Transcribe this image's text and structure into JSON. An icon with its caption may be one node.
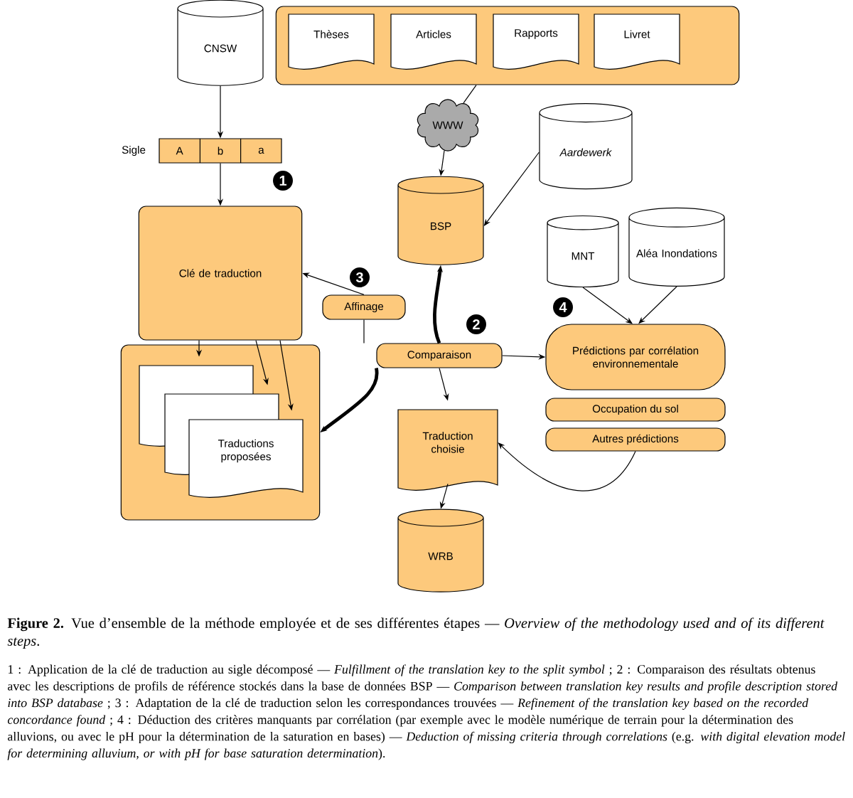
{
  "diagram": {
    "caption": "**Figure 2.** Vue d’ensemble de la méthode employée et de ses différentes étapes — *Overview of the methodology used and of its different steps*.",
    "nodes": [
      {
        "text": [
          "CNSW"
        ]
      },
      {
        "text": [
          "A",
          "b",
          "a"
        ],
        "beside": [
          "Sigle"
        ]
      },
      {
        "text": [
          "Clé de traduction"
        ]
      },
      {
        "text": [],
        "shape": "box"
      },
      {
        "text": [
          "Thèses"
        ],
        "in": 3
      },
      {
        "text": [
          "Articles"
        ],
        "in": 3
      },
      {
        "text": [
          "Rapports"
        ],
        "in": 3
      },
      {
        "text": [
          "Livret"
        ],
        "in": 3
      },
      {
        "text": [
          "WWW"
        ]
      },
      {
        "text": [
          "BSP"
        ]
      },
      {
        "text": [
          "Aardewerk"
        ]
      },
      {
        "text": [
          "MNT"
        ]
      },
      {
        "text": [
          "Aléa Inondations"
        ]
      },
      {
        "text": [
          "Affinage"
        ]
      },
      {
        "text": [
          "Comparaison"
        ]
      },
      {
        "text": [],
        "shape": "box"
      },
      {
        "text": [],
        "shape": "document",
        "in": 15
      },
      {
        "text": [],
        "shape": "document",
        "in": 15
      },
      {
        "text": [
          "Traductions proposées"
        ],
        "in": 15
      },
      {
        "text": [
          "Prédictions par corrélation environnementale"
        ]
      },
      {
        "text": [
          "Occupation du sol"
        ]
      },
      {
        "text": [
          "Autres prédictions"
        ]
      },
      {
        "text": [
          "Traduction choisie"
        ]
      },
      {
        "text": [
          "WRB"
        ]
      },
      {
        "text": [
          "1"
        ]
      },
      {
        "text": [
          "2"
        ]
      },
      {
        "text": [
          "3"
        ]
      },
      {
        "text": [
          "4"
        ]
      }
    ],
    "edges": [
      {
        "from": 0,
        "to": 1,
        "arrow": "to"
      },
      {
        "from": 1,
        "to": 2,
        "arrow": "to"
      },
      {
        "from": 2,
        "to": 16,
        "arrow": "to"
      },
      {
        "from": 2,
        "to": 17,
        "arrow": "to"
      },
      {
        "from": 2,
        "to": 18,
        "arrow": "to"
      },
      {
        "from": 3,
        "to": 8,
        "arrow": "none"
      },
      {
        "from": 8,
        "to": 9,
        "arrow": "to"
      },
      {
        "from": 10,
        "to": 9,
        "arrow": "to"
      },
      {
        "from": 13,
        "to": 2,
        "arrow": "to"
      },
      {
        "from": 14,
        "to": 13,
        "arrow": "none"
      },
      {
        "from": 14,
        "to": 9,
        "arrow": "to",
        "style": "thick"
      },
      {
        "from": 14,
        "to": 15,
        "arrow": "to",
        "style": "thick"
      },
      {
        "from": 14,
        "to": 19,
        "arrow": "to"
      },
      {
        "from": 14,
        "to": 22,
        "arrow": "to"
      },
      {
        "from": 11,
        "to": 19,
        "arrow": "to"
      },
      {
        "from": 12,
        "to": 19,
        "arrow": "to"
      },
      {
        "from": 21,
        "to": 22,
        "arrow": "to"
      },
      {
        "from": 22,
        "to": 23,
        "arrow": "to"
      }
    ],
    "labels": [
      "1 : Application de la clé de traduction au sigle décomposé — *Fulfillment of the translation key to the split symbol* ; 2 : Comparaison des résultats obtenus avec les descriptions de profils de référence stockés dans la base de données BSP — *Comparison between translation key results and profile description stored into BSP database* ; 3 : Adaptation de la clé de traduction selon les correspondances trouvées — *Refinement of the translation key based on the recorded concordance found* ; 4 : Déduction des critères manquants par corrélation (par exemple avec le modèle numérique de terrain pour la détermination des alluvions, ou avec le pH pour la détermination de la saturation en bases) — *Deduction of missing criteria through correlations* (e.g. *with digital elevation model for determining alluvium, or with pH for base saturation determination*)."
    ]
  }
}
